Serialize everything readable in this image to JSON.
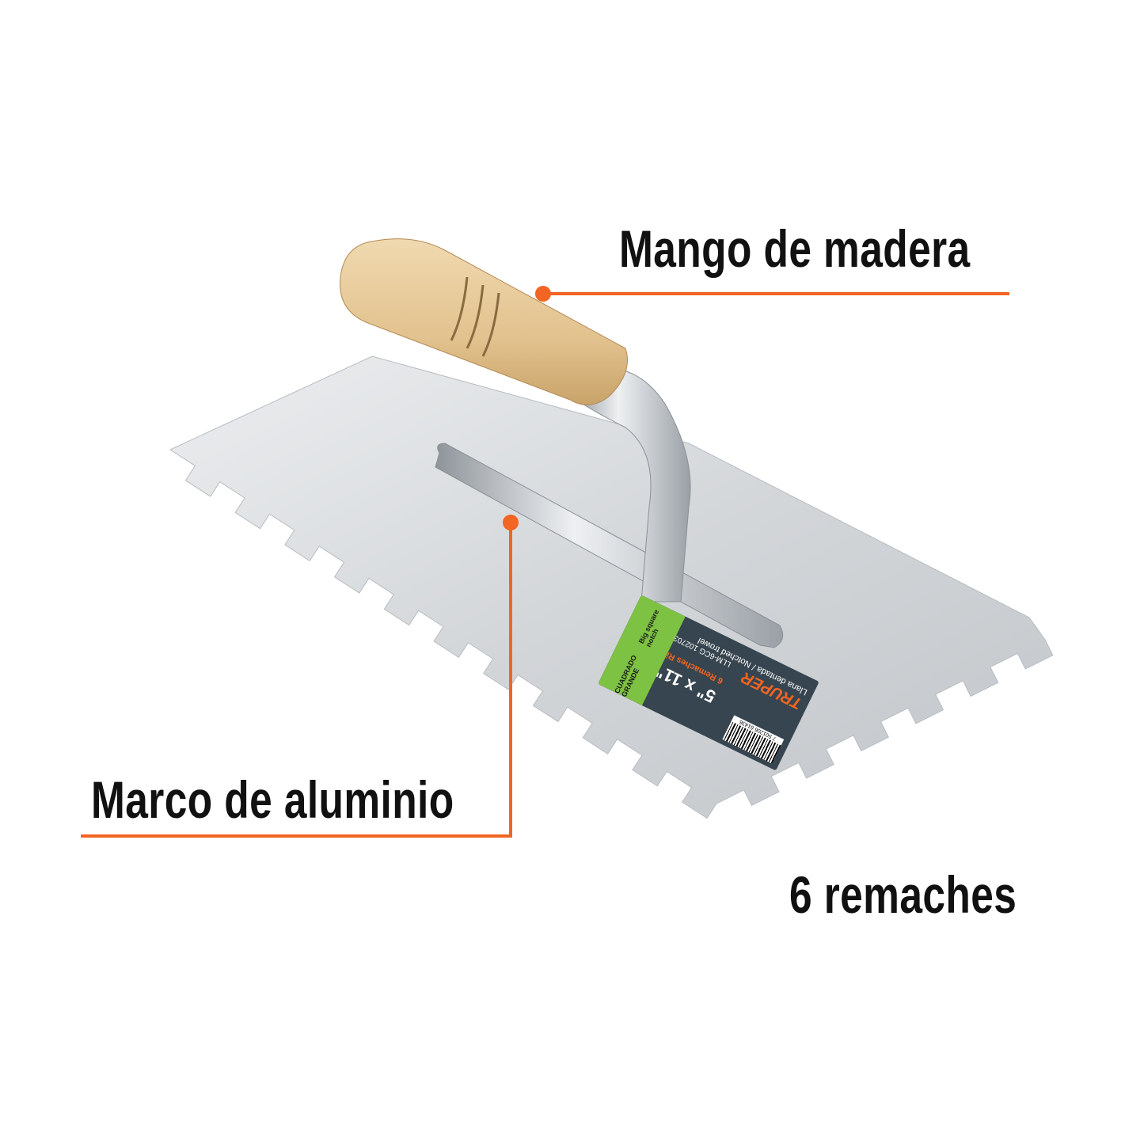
{
  "callouts": {
    "handle": "Mango de madera",
    "frame": "Marco de aluminio",
    "rivets": "6 remaches"
  },
  "product_label": {
    "brand": "TRUPER",
    "name_es": "Llana dentada",
    "name_en": "Notched trowel",
    "size": "5\" x 11\"",
    "rivets_es": "6 Remaches",
    "rivets_en": "Rivets",
    "model": "LLM-6CG",
    "code": "102703",
    "notch_es": "CUADRADO GRANDE",
    "notch_en": "Big square notch",
    "barcode": "7 501206 61436"
  },
  "colors": {
    "accent": "#f26522",
    "label_bg": "#36454f",
    "label_green": "#7dc242",
    "blade": "#d4d7da",
    "wood": "#e4c898"
  }
}
